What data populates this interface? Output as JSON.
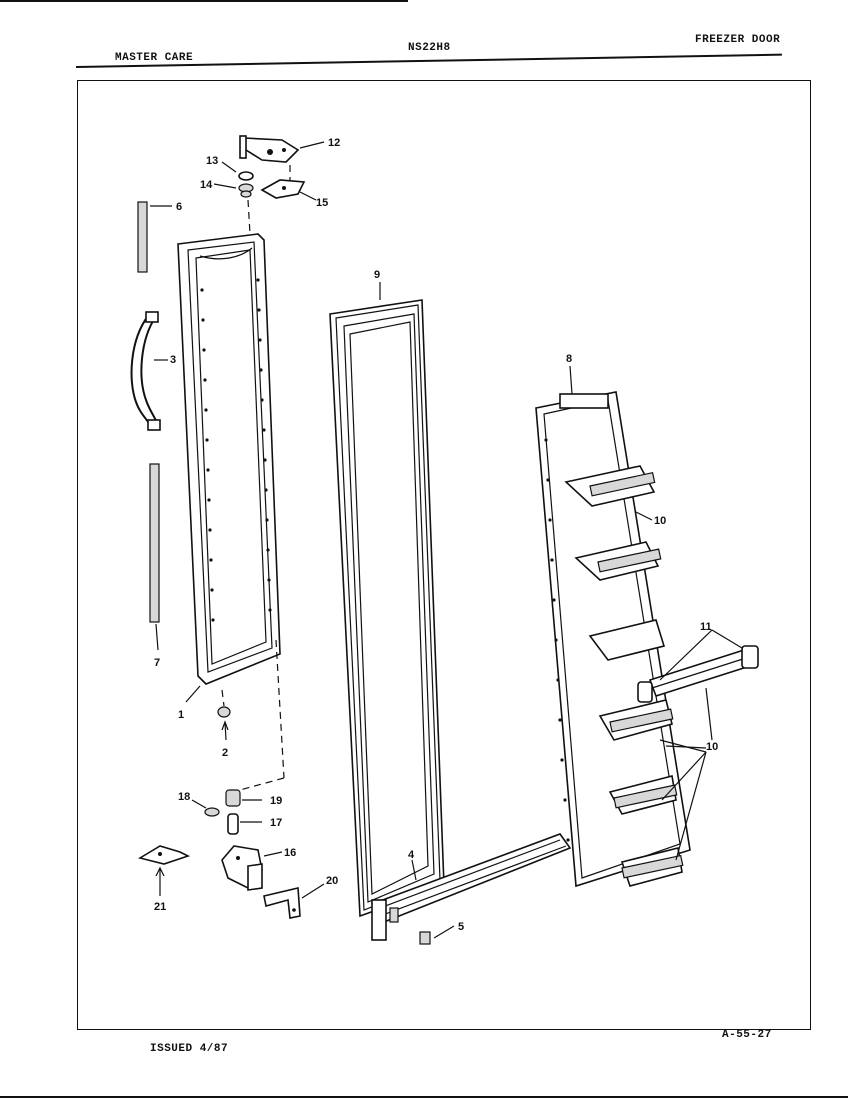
{
  "header": {
    "brand": "MASTER CARE",
    "model": "NS22H8",
    "section": "FREEZER DOOR"
  },
  "footer": {
    "issued": "ISSUED 4/87",
    "page_code": "A-55-27"
  },
  "callouts": {
    "c1": "1",
    "c2": "2",
    "c3": "3",
    "c4": "4",
    "c5": "5",
    "c6": "6",
    "c7": "7",
    "c8": "8",
    "c9": "9",
    "c10a": "10",
    "c10b": "10",
    "c11": "11",
    "c12": "12",
    "c13": "13",
    "c14": "14",
    "c15": "15",
    "c16": "16",
    "c17": "17",
    "c18": "18",
    "c19": "19",
    "c20": "20",
    "c21": "21"
  }
}
